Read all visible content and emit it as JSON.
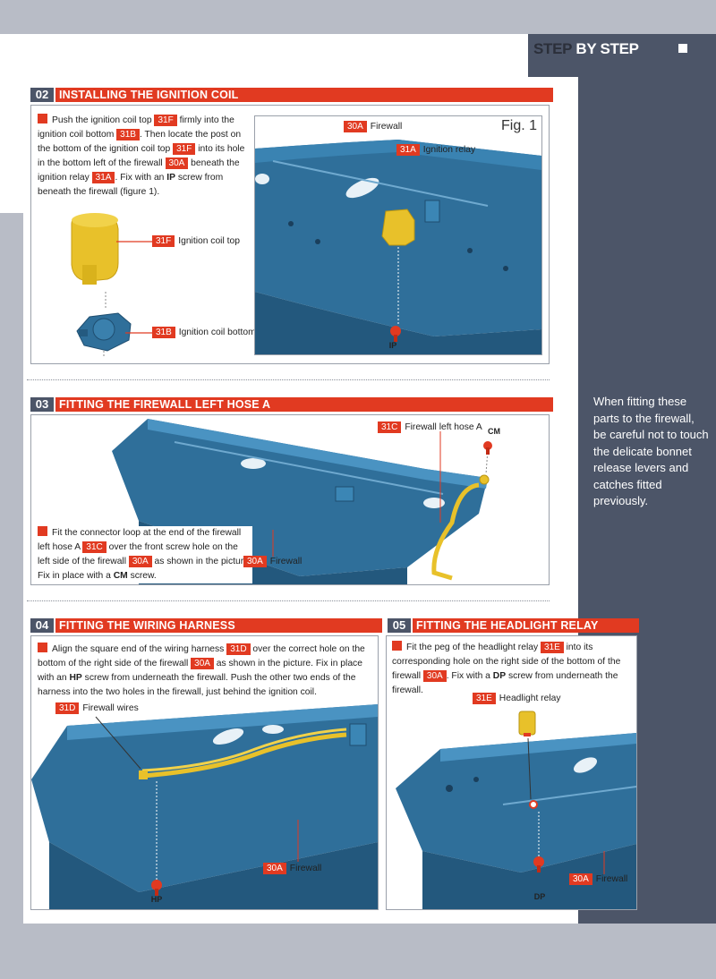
{
  "header": {
    "title_part1": "STEP",
    "title_part2": "BY STEP"
  },
  "sidebar": {
    "note": "When fitting these parts to the firewall, be careful not to touch the delicate bonnet release levers and catches fitted previously."
  },
  "step02": {
    "number": "02",
    "title": "INSTALLING THE IGNITION COIL",
    "text": [
      {
        "t": "Push the ignition coil top "
      },
      {
        "tag": "31F"
      },
      {
        "t": " firmly into the ignition coil bottom "
      },
      {
        "tag": "31B"
      },
      {
        "t": ". Then locate the post on the bottom of the ignition coil top "
      },
      {
        "tag": "31F"
      },
      {
        "t": " into its hole in the bottom left of the firewall "
      },
      {
        "tag": "30A"
      },
      {
        "t": " beneath the ignition relay "
      },
      {
        "tag": "31A"
      },
      {
        "t": ". Fix with an "
      },
      {
        "b": "IP"
      },
      {
        "t": " screw from beneath the firewall (figure 1)."
      }
    ],
    "fig_label": "Fig. 1",
    "labels": {
      "coil_top_tag": "31F",
      "coil_top": "Ignition coil top",
      "coil_bottom_tag": "31B",
      "coil_bottom": "Ignition coil bottom",
      "firewall_tag": "30A",
      "firewall": "Firewall",
      "relay_tag": "31A",
      "relay": "Ignition relay",
      "screw": "IP"
    }
  },
  "step03": {
    "number": "03",
    "title": "FITTING THE FIREWALL LEFT HOSE A",
    "text": [
      {
        "t": "Fit the connector loop at the end of the firewall left hose A "
      },
      {
        "tag": "31C"
      },
      {
        "t": " over the front screw hole on the left side of the firewall "
      },
      {
        "tag": "30A"
      },
      {
        "t": " as shown in the picture. Fix in place with a "
      },
      {
        "b": "CM"
      },
      {
        "t": " screw."
      }
    ],
    "labels": {
      "hose_tag": "31C",
      "hose": "Firewall left hose A",
      "firewall_tag": "30A",
      "firewall": "Firewall",
      "screw": "CM"
    }
  },
  "step04": {
    "number": "04",
    "title": "FITTING THE WIRING HARNESS",
    "text": [
      {
        "t": "Align the square end of the wiring harness "
      },
      {
        "tag": "31D"
      },
      {
        "t": " over the correct hole on the bottom of the right side of the firewall "
      },
      {
        "tag": "30A"
      },
      {
        "t": " as shown in the picture. Fix in place with an "
      },
      {
        "b": "HP"
      },
      {
        "t": " screw from underneath the firewall. Push the other two ends of the harness into the two holes in the firewall, just behind the ignition coil."
      }
    ],
    "labels": {
      "wires_tag": "31D",
      "wires": "Firewall wires",
      "firewall_tag": "30A",
      "firewall": "Firewall",
      "screw": "HP"
    }
  },
  "step05": {
    "number": "05",
    "title": "FITTING THE HEADLIGHT RELAY",
    "text": [
      {
        "t": "Fit the peg of the headlight relay "
      },
      {
        "tag": "31E"
      },
      {
        "t": " into its corresponding hole on the right side of the bottom of the firewall "
      },
      {
        "tag": "30A"
      },
      {
        "t": ". Fix with a "
      },
      {
        "b": "DP"
      },
      {
        "t": " screw from underneath the firewall."
      }
    ],
    "labels": {
      "relay_tag": "31E",
      "relay": "Headlight relay",
      "firewall_tag": "30A",
      "firewall": "Firewall",
      "screw": "DP"
    }
  },
  "colors": {
    "accent": "#e13a21",
    "navy": "#4c5568",
    "part_blue": "#2f6f9a",
    "part_yellow": "#e8c12a"
  }
}
